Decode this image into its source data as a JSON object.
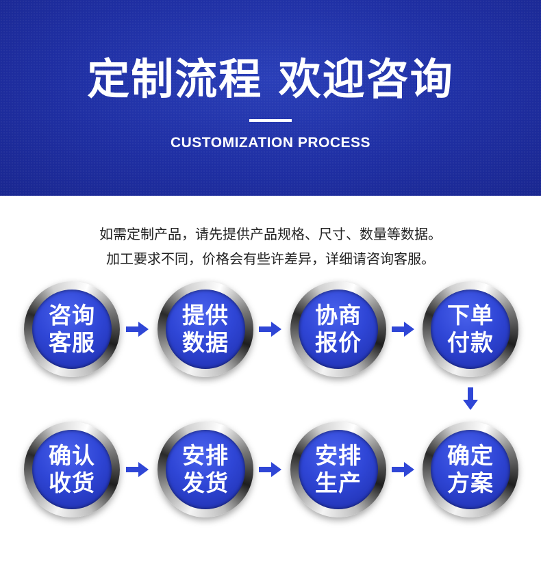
{
  "header": {
    "title": "定制流程 欢迎咨询",
    "subtitle": "CUSTOMIZATION PROCESS"
  },
  "intro": {
    "line1": "如需定制产品，请先提供产品规格、尺寸、数量等数据。",
    "line2": "加工要求不同，价格会有些许差异，详细请咨询客服。"
  },
  "steps": [
    {
      "l1": "咨询",
      "l2": "客服"
    },
    {
      "l1": "提供",
      "l2": "数据"
    },
    {
      "l1": "协商",
      "l2": "报价"
    },
    {
      "l1": "下单",
      "l2": "付款"
    },
    {
      "l1": "确定",
      "l2": "方案"
    },
    {
      "l1": "安排",
      "l2": "生产"
    },
    {
      "l1": "安排",
      "l2": "发货"
    },
    {
      "l1": "确认",
      "l2": "收货"
    }
  ],
  "colors": {
    "banner": "#1f2fa3",
    "step_fill": "#2f46d6",
    "arrow": "#2f46d6"
  },
  "icons": {
    "arrow_right": "arrow-right-icon",
    "arrow_down": "arrow-down-icon"
  }
}
